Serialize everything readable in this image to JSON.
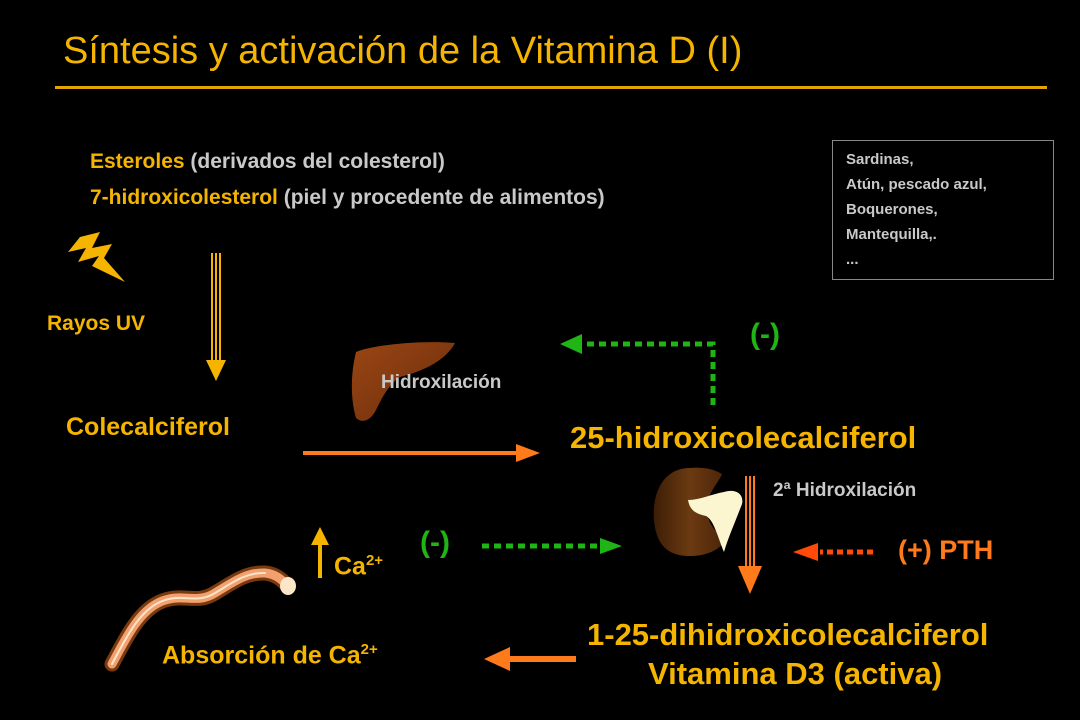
{
  "slide": {
    "title": "Síntesis y activación de la Vitamina D (I)"
  },
  "sources": {
    "line1_term": "Esteroles",
    "line1_desc": "(derivados del colesterol)",
    "line2_term": "7-hidroxicolesterol",
    "line2_desc": "(piel y procedente de alimentos)"
  },
  "foods": [
    "Sardinas,",
    "Atún, pescado azul,",
    "Boquerones,",
    "Mantequilla,.",
    "..."
  ],
  "labels": {
    "uv": "Rayos UV",
    "colecalciferol": "Colecalciferol",
    "hidroxilacion": "Hidroxilación",
    "calcidiol": "25-hidroxicolecalciferol",
    "neg_feedback_top": "(-)",
    "second_hydrox": "2ª Hidroxilación",
    "neg_feedback_mid": "(-)",
    "pth": "(+) PTH",
    "ca_base": "Ca",
    "ca_sup": "2+",
    "absorcion_base": "Absorción de Ca",
    "absorcion_sup": "2+",
    "calcitriol_line1": "1-25-dihidroxicolecalciferol",
    "calcitriol_line2": "Vitamina D3 (activa)"
  },
  "colors": {
    "title": "#f4b400",
    "orange": "#ff7a1a",
    "green": "#1fb515",
    "grey": "#c9c9c9",
    "liver": "#8b3a10",
    "kidney": "#5a2e0c"
  },
  "icons": [
    "lightning-icon",
    "liver-icon",
    "kidney-icon",
    "intestine-icon",
    "arrow-up-icon"
  ]
}
